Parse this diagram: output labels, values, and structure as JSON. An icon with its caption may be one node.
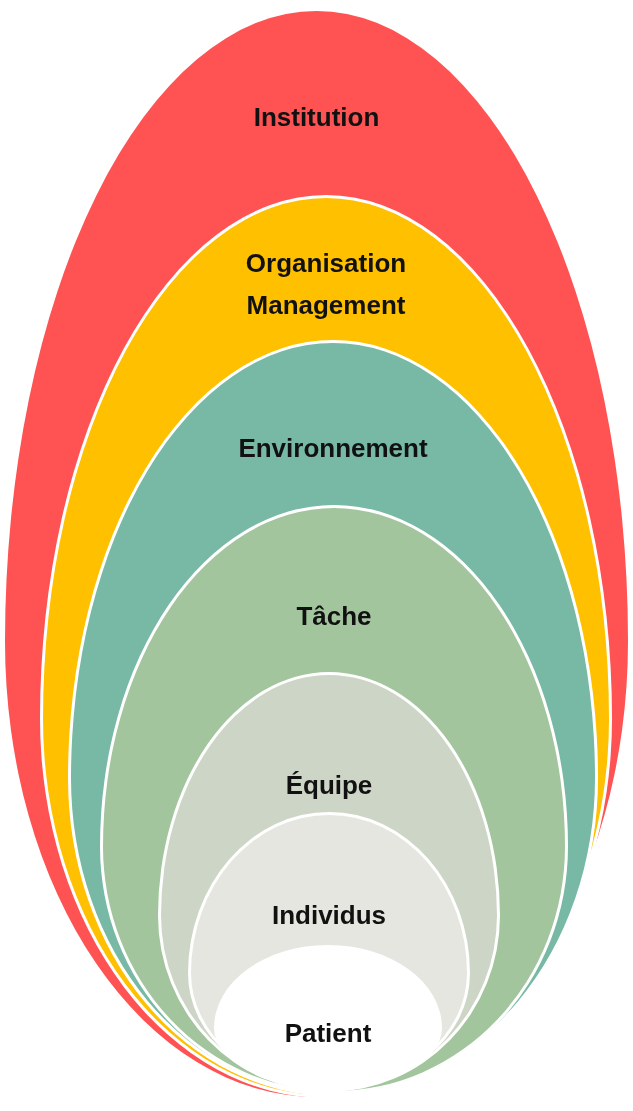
{
  "diagram": {
    "nodes": [
      {
        "text": [
          "Institution"
        ]
      },
      {
        "text": [
          "Organisation Management"
        ],
        "in": 0
      },
      {
        "text": [
          "Environnement"
        ],
        "in": 1
      },
      {
        "text": [
          "Tâche"
        ],
        "in": 2
      },
      {
        "text": [
          "Équipe"
        ],
        "in": 3
      },
      {
        "text": [
          "Individus"
        ],
        "in": 4
      },
      {
        "text": [
          "Patient"
        ],
        "in": 5
      }
    ]
  }
}
